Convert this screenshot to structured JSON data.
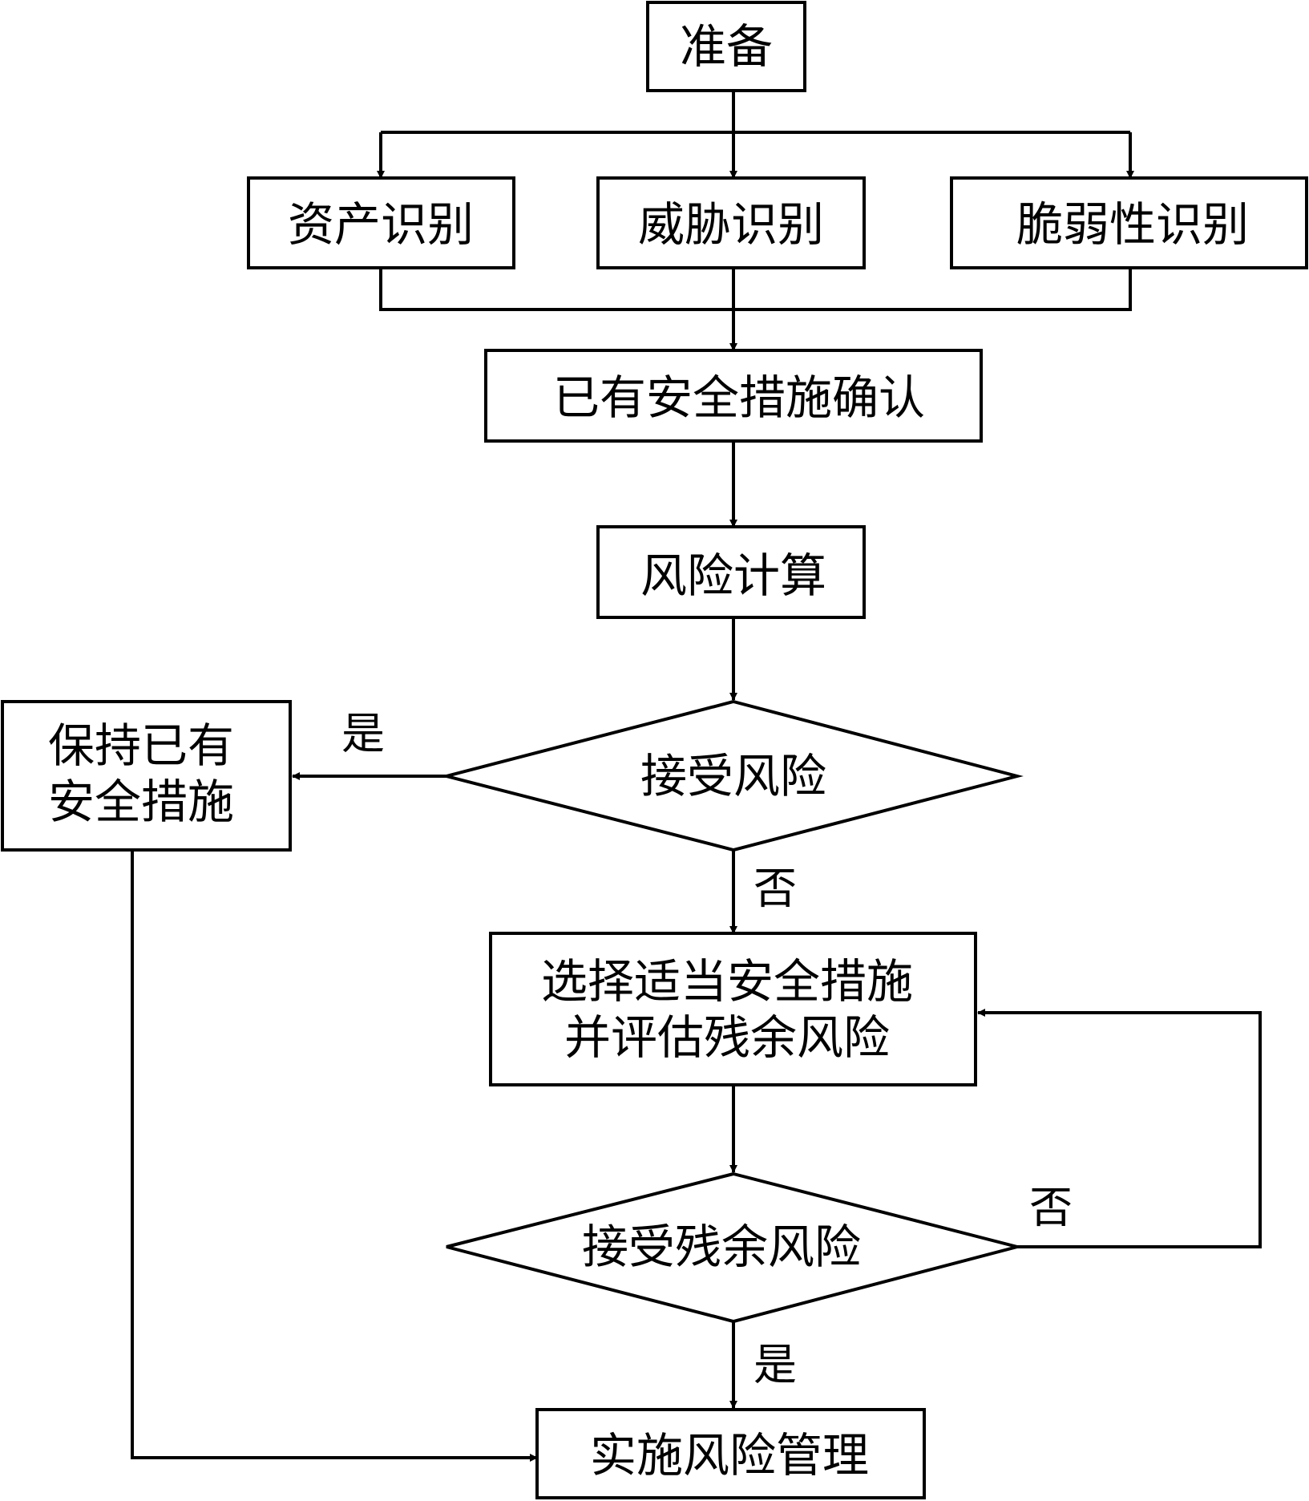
{
  "nodes": {
    "prepare": "准备",
    "asset_id": "资产识别",
    "threat_id": "威胁识别",
    "vuln_id": "脆弱性识别",
    "existing_measures": "已有安全措施确认",
    "risk_calc": "风险计算",
    "accept_risk": "接受风险",
    "keep_measures_line1": "保持已有",
    "keep_measures_line2": "安全措施",
    "select_measures_line1": "选择适当安全措施",
    "select_measures_line2": "并评估残余风险",
    "accept_residual": "接受残余风险",
    "implement": "实施风险管理"
  },
  "edge_labels": {
    "accept_yes": "是",
    "accept_no": "否",
    "residual_no": "否",
    "residual_yes": "是"
  }
}
